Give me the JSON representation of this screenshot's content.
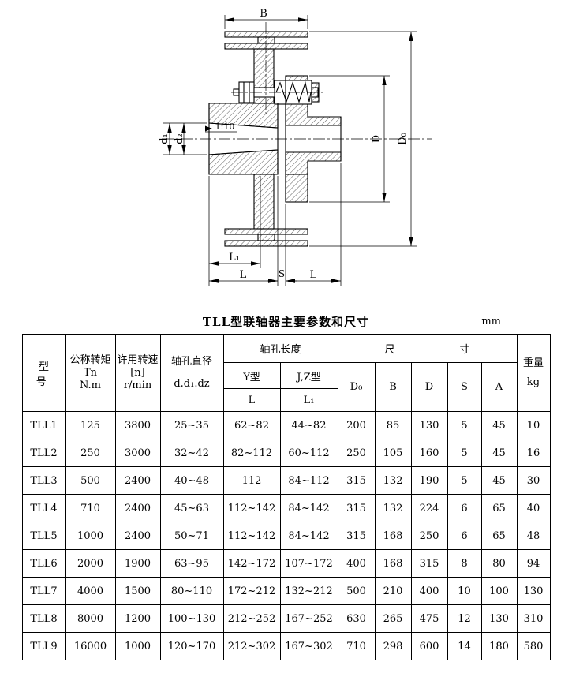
{
  "diagram": {
    "dim_labels": {
      "B": "B",
      "D0": "D₀",
      "D": "D",
      "d1": "d₁",
      "d2": "d₂",
      "taper": "1:10",
      "L1": "L₁",
      "L_left": "L",
      "S": "S",
      "L_right": "L"
    }
  },
  "table": {
    "title": "TLL型联轴器主要参数和尺寸",
    "unit": "mm",
    "headers": {
      "model": "型 号",
      "torque": [
        "公称转矩",
        "Tn",
        "N.m"
      ],
      "speed": [
        "许用转速",
        "[n]",
        "r/min"
      ],
      "bore_dia": [
        "轴孔直径",
        "d.d₁.dz"
      ],
      "bore_len": "轴孔长度",
      "y_type": "Y型",
      "jz_type": "J,Z型",
      "L": "L",
      "L1": "L₁",
      "dims": "尺 寸",
      "D0": "D₀",
      "B": "B",
      "D": "D",
      "S": "S",
      "A": "A",
      "weight": [
        "重量",
        "kg"
      ]
    },
    "rows": [
      [
        "TLL1",
        "125",
        "3800",
        "25~35",
        "62~82",
        "44~82",
        "200",
        "85",
        "130",
        "5",
        "45",
        "10"
      ],
      [
        "TLL2",
        "250",
        "3000",
        "32~42",
        "82~112",
        "60~112",
        "250",
        "105",
        "160",
        "5",
        "45",
        "16"
      ],
      [
        "TLL3",
        "500",
        "2400",
        "40~48",
        "112",
        "84~112",
        "315",
        "132",
        "190",
        "5",
        "45",
        "30"
      ],
      [
        "TLL4",
        "710",
        "2400",
        "45~63",
        "112~142",
        "84~142",
        "315",
        "132",
        "224",
        "6",
        "65",
        "40"
      ],
      [
        "TLL5",
        "1000",
        "2400",
        "50~71",
        "112~142",
        "84~142",
        "315",
        "168",
        "250",
        "6",
        "65",
        "48"
      ],
      [
        "TLL6",
        "2000",
        "1900",
        "63~95",
        "142~172",
        "107~172",
        "400",
        "168",
        "315",
        "8",
        "80",
        "94"
      ],
      [
        "TLL7",
        "4000",
        "1500",
        "80~110",
        "172~212",
        "132~212",
        "500",
        "210",
        "400",
        "10",
        "100",
        "130"
      ],
      [
        "TLL8",
        "8000",
        "1200",
        "100~130",
        "212~252",
        "167~252",
        "630",
        "265",
        "475",
        "12",
        "130",
        "310"
      ],
      [
        "TLL9",
        "16000",
        "1000",
        "120~170",
        "212~302",
        "167~302",
        "710",
        "298",
        "600",
        "14",
        "180",
        "580"
      ]
    ]
  }
}
